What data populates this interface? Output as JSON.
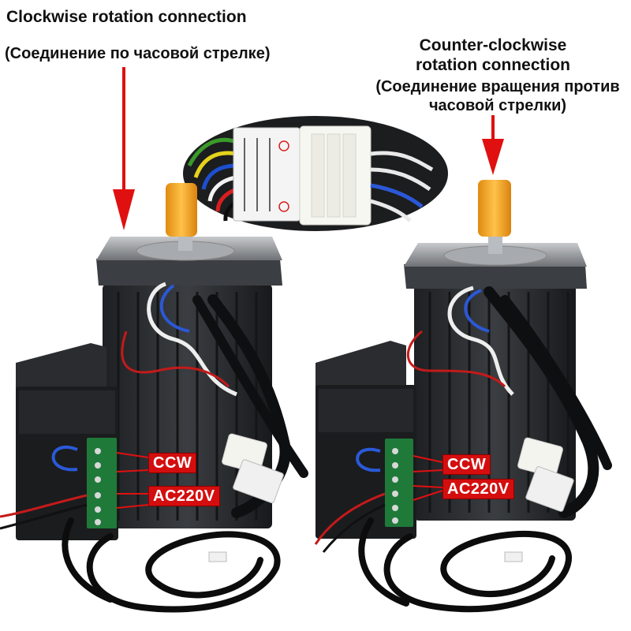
{
  "left": {
    "title": "Clockwise rotation connection",
    "subtitle": "(Соединение по часовой стрелке)",
    "ccw_label": "CCW",
    "ac_label": "AC220V"
  },
  "right": {
    "title": "Counter-clockwise rotation connection",
    "subtitle": "(Соединение вращения против часовой стрелки)",
    "ccw_label": "CCW",
    "ac_label": "AC220V"
  },
  "colors": {
    "arrow": "#e01010",
    "tag_bg": "#d40e0e",
    "motor_body": "#2b2d30",
    "motor_face": "#8e9196",
    "shaft_cap": "#f3a623",
    "controller": "#1b1c1e",
    "terminal": "#1f7a3a"
  }
}
